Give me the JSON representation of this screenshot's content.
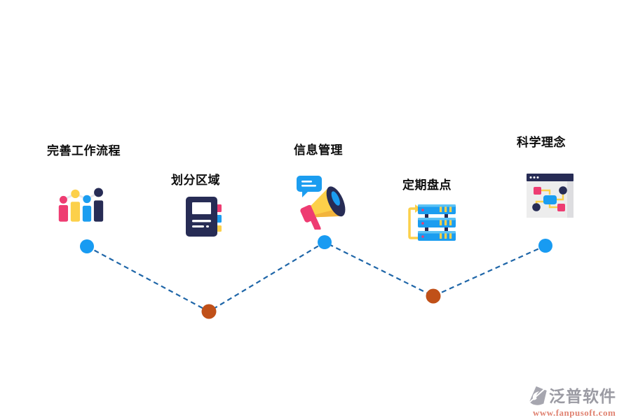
{
  "diagram": {
    "title": "",
    "items": [
      {
        "label": "完善工作流程",
        "icon": "bar-chart-icon",
        "dot_color": "blue"
      },
      {
        "label": "划分区域",
        "icon": "notebook-icon",
        "dot_color": "orange"
      },
      {
        "label": "信息管理",
        "icon": "megaphone-icon",
        "dot_color": "blue"
      },
      {
        "label": "定期盘点",
        "icon": "server-stack-icon",
        "dot_color": "orange"
      },
      {
        "label": "科学理念",
        "icon": "flowchart-window-icon",
        "dot_color": "blue"
      }
    ]
  },
  "colors": {
    "dot_blue": "#189bf2",
    "dot_orange": "#c05018",
    "dash_line": "#1f66a8",
    "pink": "#ee3c72",
    "yellow": "#fcd04a",
    "yellow_dark": "#f2b43c",
    "blue": "#1b9df0",
    "blue_light": "#5cc3f5",
    "navy": "#272c55",
    "gray_body": "#ededed",
    "gray_strip": "#dddde0",
    "label_text": "#0d0d0d",
    "logo_gray": "#9b9ba3",
    "logo_salmon": "#e08372"
  },
  "logo": {
    "name": "泛普软件",
    "url": "www.fanpusoft.com"
  }
}
